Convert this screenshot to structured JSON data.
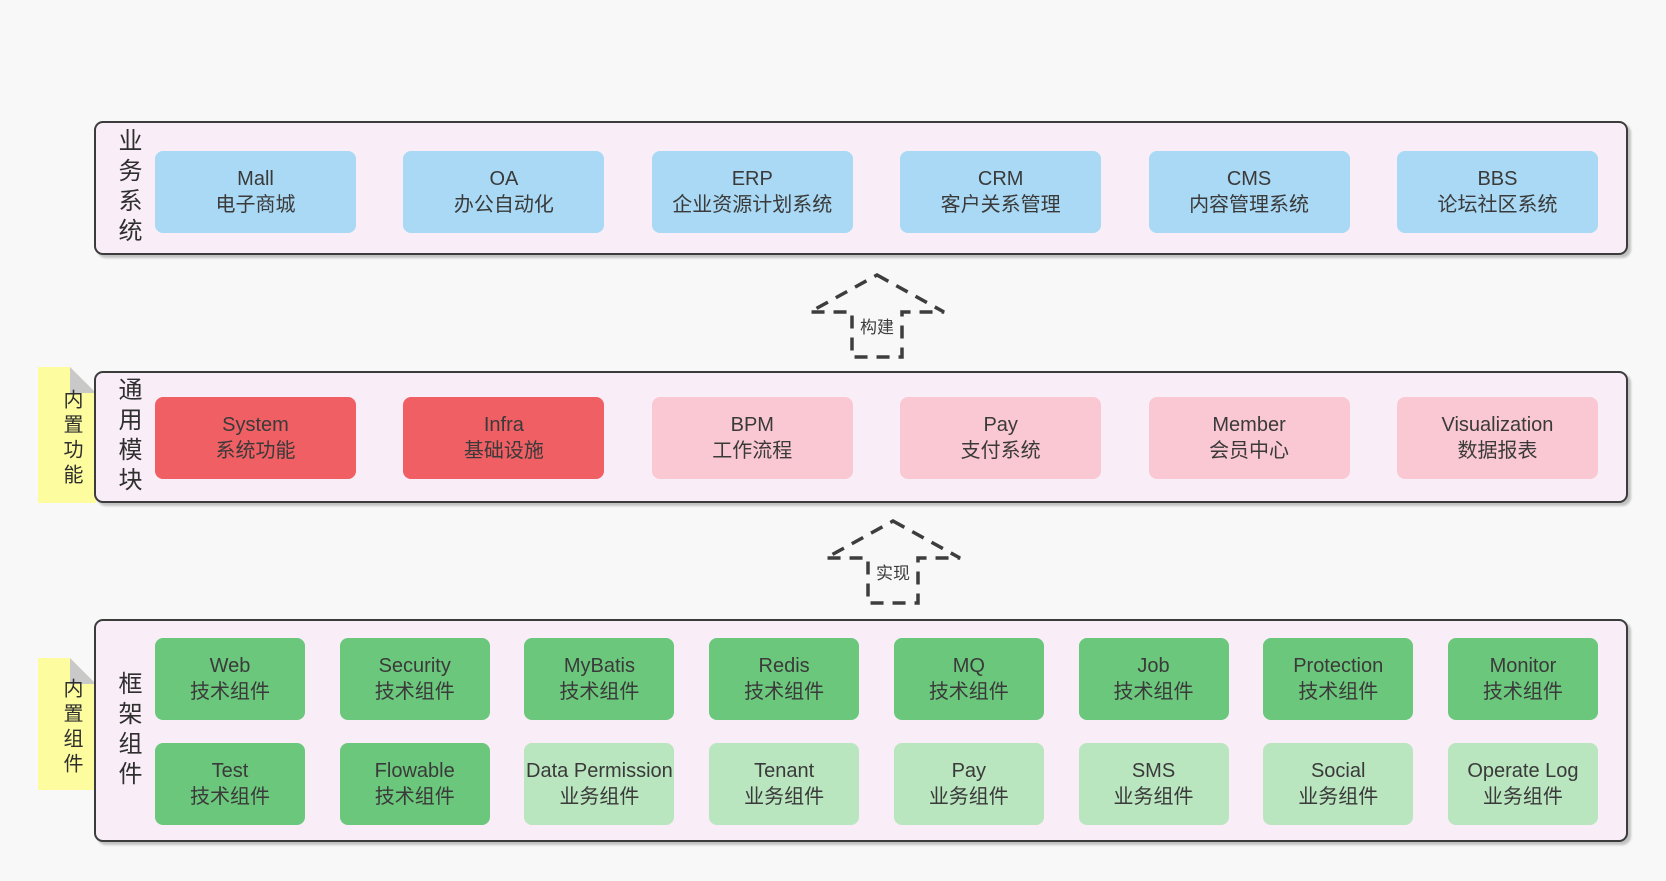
{
  "colors": {
    "page_bg": "#f8f8f8",
    "panel_bg": "#f9eef7",
    "panel_border": "#3c3c3c",
    "business_box": "#a9d9f4",
    "core_module_box": "#f05f63",
    "extra_module_box": "#fac8d2",
    "tech_component_box": "#6bc77b",
    "biz_component_box": "#b9e5bf",
    "sticky_note": "#fdfc9f",
    "sticky_fold": "#c9c9c9",
    "text": "#3a3a3a"
  },
  "arrows": [
    {
      "label": "构建"
    },
    {
      "label": "实现"
    }
  ],
  "layers": {
    "business": {
      "side_label": "业务系统",
      "boxes": [
        {
          "title": "Mall",
          "subtitle": "电子商城"
        },
        {
          "title": "OA",
          "subtitle": "办公自动化"
        },
        {
          "title": "ERP",
          "subtitle": "企业资源计划系统"
        },
        {
          "title": "CRM",
          "subtitle": "客户关系管理"
        },
        {
          "title": "CMS",
          "subtitle": "内容管理系统"
        },
        {
          "title": "BBS",
          "subtitle": "论坛社区系统"
        }
      ]
    },
    "modules": {
      "side_label": "通用模块",
      "sticky_label": "内置功能",
      "boxes": [
        {
          "title": "System",
          "subtitle": "系统功能"
        },
        {
          "title": "Infra",
          "subtitle": "基础设施"
        },
        {
          "title": "BPM",
          "subtitle": "工作流程"
        },
        {
          "title": "Pay",
          "subtitle": "支付系统"
        },
        {
          "title": "Member",
          "subtitle": "会员中心"
        },
        {
          "title": "Visualization",
          "subtitle": "数据报表"
        }
      ]
    },
    "components": {
      "side_label": "框架组件",
      "sticky_label": "内置组件",
      "row1": [
        {
          "title": "Web",
          "subtitle": "技术组件"
        },
        {
          "title": "Security",
          "subtitle": "技术组件"
        },
        {
          "title": "MyBatis",
          "subtitle": "技术组件"
        },
        {
          "title": "Redis",
          "subtitle": "技术组件"
        },
        {
          "title": "MQ",
          "subtitle": "技术组件"
        },
        {
          "title": "Job",
          "subtitle": "技术组件"
        },
        {
          "title": "Protection",
          "subtitle": "技术组件"
        },
        {
          "title": "Monitor",
          "subtitle": "技术组件"
        }
      ],
      "row2": [
        {
          "title": "Test",
          "subtitle": "技术组件"
        },
        {
          "title": "Flowable",
          "subtitle": "技术组件"
        },
        {
          "title": "Data Permission",
          "subtitle": "业务组件"
        },
        {
          "title": "Tenant",
          "subtitle": "业务组件"
        },
        {
          "title": "Pay",
          "subtitle": "业务组件"
        },
        {
          "title": "SMS",
          "subtitle": "业务组件"
        },
        {
          "title": "Social",
          "subtitle": "业务组件"
        },
        {
          "title": "Operate Log",
          "subtitle": "业务组件"
        }
      ]
    }
  }
}
